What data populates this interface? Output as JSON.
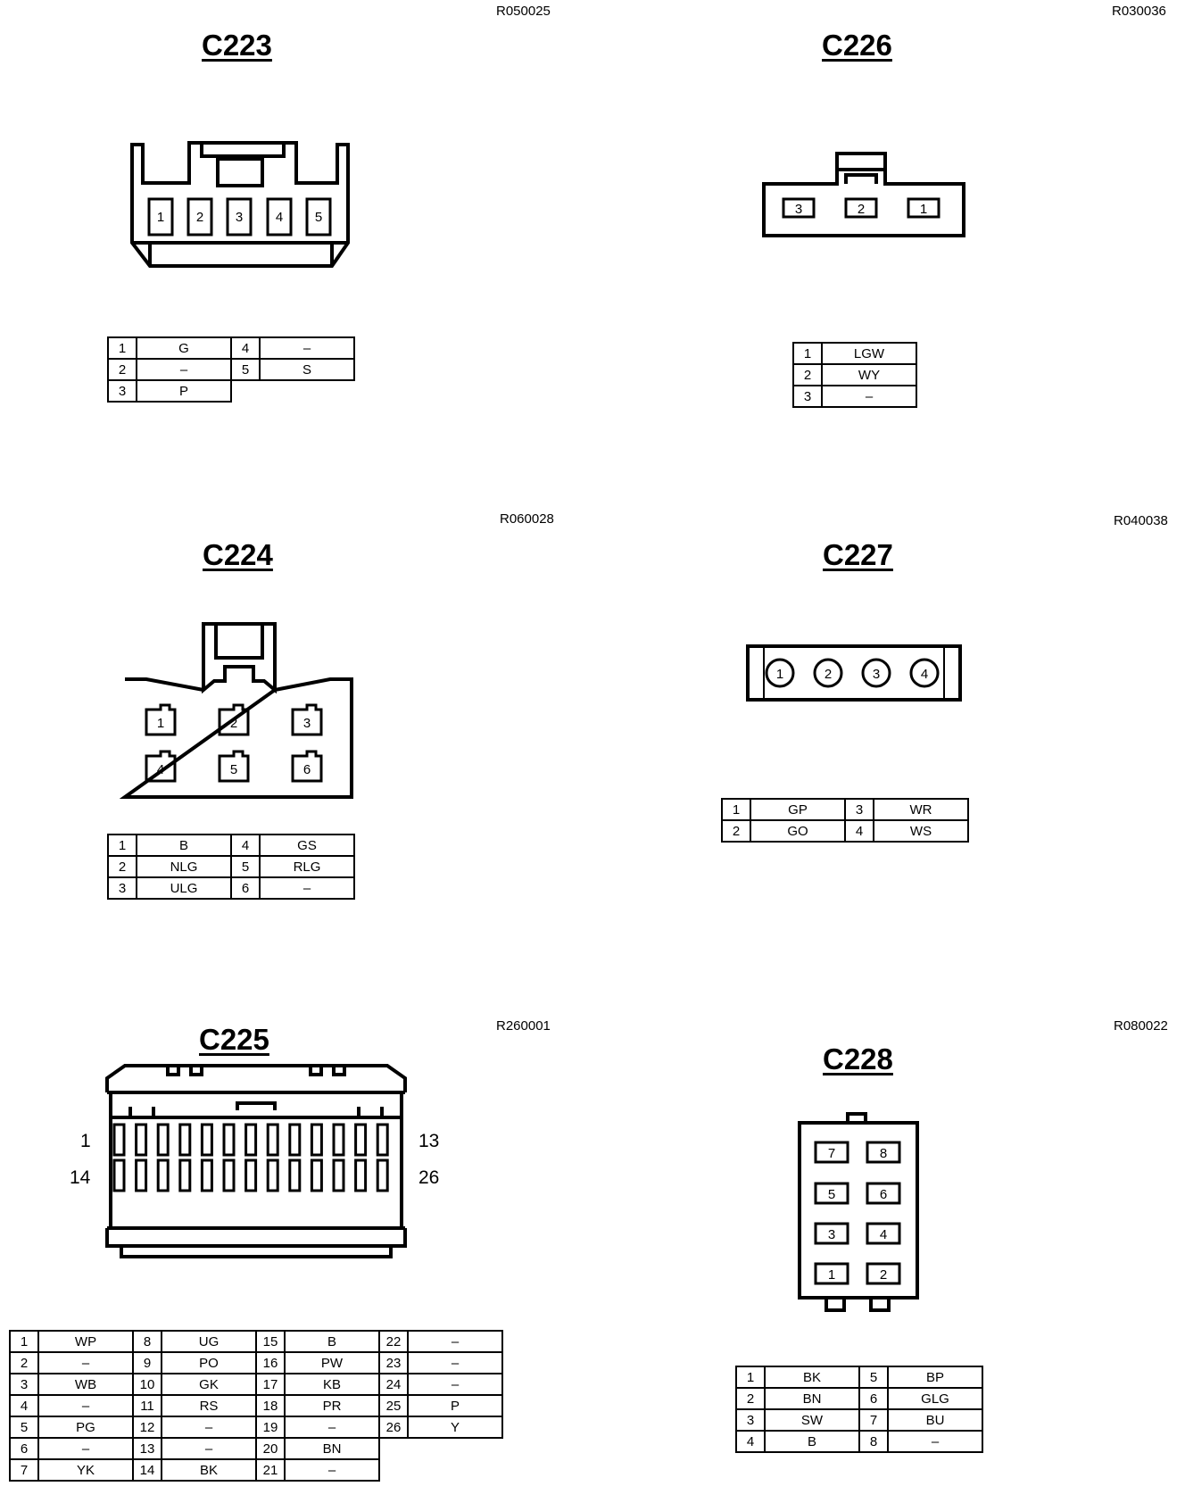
{
  "connectors": {
    "c223": {
      "ref": "R050025",
      "title": "C223",
      "pins": [
        "1",
        "2",
        "3",
        "4",
        "5"
      ],
      "table": [
        {
          "n": "1",
          "c": "G"
        },
        {
          "n": "4",
          "c": "–"
        },
        {
          "n": "2",
          "c": "–"
        },
        {
          "n": "5",
          "c": "S"
        },
        {
          "n": "3",
          "c": "P"
        }
      ]
    },
    "c226": {
      "ref": "R030036",
      "title": "C226",
      "pins": [
        "3",
        "2",
        "1"
      ],
      "table": [
        {
          "n": "1",
          "c": "LGW"
        },
        {
          "n": "2",
          "c": "WY"
        },
        {
          "n": "3",
          "c": "–"
        }
      ]
    },
    "c224": {
      "ref": "R060028",
      "title": "C224",
      "pins": [
        "1",
        "2",
        "3",
        "4",
        "5",
        "6"
      ],
      "table": [
        {
          "n": "1",
          "c": "B"
        },
        {
          "n": "4",
          "c": "GS"
        },
        {
          "n": "2",
          "c": "NLG"
        },
        {
          "n": "5",
          "c": "RLG"
        },
        {
          "n": "3",
          "c": "ULG"
        },
        {
          "n": "6",
          "c": "–"
        }
      ]
    },
    "c227": {
      "ref": "R040038",
      "title": "C227",
      "pins": [
        "1",
        "2",
        "3",
        "4"
      ],
      "table": [
        {
          "n": "1",
          "c": "GP"
        },
        {
          "n": "3",
          "c": "WR"
        },
        {
          "n": "2",
          "c": "GO"
        },
        {
          "n": "4",
          "c": "WS"
        }
      ]
    },
    "c225": {
      "ref": "R260001",
      "title": "C225",
      "row_labels": {
        "top_left": "1",
        "top_right": "13",
        "bottom_left": "14",
        "bottom_right": "26"
      },
      "table": [
        {
          "n": "1",
          "c": "WP"
        },
        {
          "n": "8",
          "c": "UG"
        },
        {
          "n": "15",
          "c": "B"
        },
        {
          "n": "22",
          "c": "–"
        },
        {
          "n": "2",
          "c": "–"
        },
        {
          "n": "9",
          "c": "PO"
        },
        {
          "n": "16",
          "c": "PW"
        },
        {
          "n": "23",
          "c": "–"
        },
        {
          "n": "3",
          "c": "WB"
        },
        {
          "n": "10",
          "c": "GK"
        },
        {
          "n": "17",
          "c": "KB"
        },
        {
          "n": "24",
          "c": "–"
        },
        {
          "n": "4",
          "c": "–"
        },
        {
          "n": "11",
          "c": "RS"
        },
        {
          "n": "18",
          "c": "PR"
        },
        {
          "n": "25",
          "c": "P"
        },
        {
          "n": "5",
          "c": "PG"
        },
        {
          "n": "12",
          "c": "–"
        },
        {
          "n": "19",
          "c": "–"
        },
        {
          "n": "26",
          "c": "Y"
        },
        {
          "n": "6",
          "c": "–"
        },
        {
          "n": "13",
          "c": "–"
        },
        {
          "n": "20",
          "c": "BN"
        },
        {
          "n": "7",
          "c": "YK"
        },
        {
          "n": "14",
          "c": "BK"
        },
        {
          "n": "21",
          "c": "–"
        }
      ]
    },
    "c228": {
      "ref": "R080022",
      "title": "C228",
      "pins": [
        "7",
        "8",
        "5",
        "6",
        "3",
        "4",
        "1",
        "2"
      ],
      "table": [
        {
          "n": "1",
          "c": "BK"
        },
        {
          "n": "5",
          "c": "BP"
        },
        {
          "n": "2",
          "c": "BN"
        },
        {
          "n": "6",
          "c": "GLG"
        },
        {
          "n": "3",
          "c": "SW"
        },
        {
          "n": "7",
          "c": "BU"
        },
        {
          "n": "4",
          "c": "B"
        },
        {
          "n": "8",
          "c": "–"
        }
      ]
    }
  }
}
